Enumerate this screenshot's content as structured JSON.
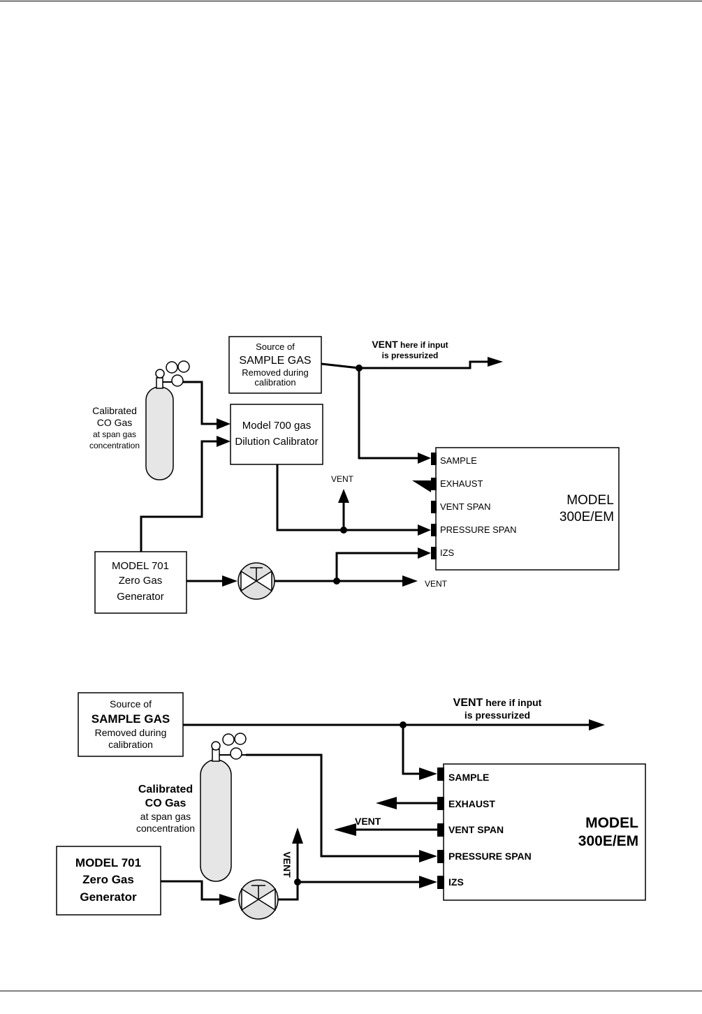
{
  "diagram1": {
    "source": {
      "line1": "Source of",
      "line2": "SAMPLE GAS",
      "line3": "Removed during",
      "line4": "calibration"
    },
    "vent_note": {
      "vent": "VENT",
      "rest1": " here if input",
      "rest2": "is pressurized"
    },
    "cylinder_label": {
      "line1": "Calibrated",
      "line2": "CO Gas",
      "line3": "at span gas",
      "line4": "concentration"
    },
    "calibrator": {
      "line1": "Model 700 gas",
      "line2": "Dilution Calibrator"
    },
    "zero_gen": {
      "line1": "MODEL 701",
      "line2": "Zero Gas",
      "line3": "Generator"
    },
    "analyzer": {
      "line1": "MODEL",
      "line2": "300E/EM"
    },
    "ports": {
      "sample": "SAMPLE",
      "exhaust": "EXHAUST",
      "vent_span": "VENT SPAN",
      "pressure_span": "PRESSURE SPAN",
      "izs": "IZS"
    },
    "vent_up": "VENT",
    "vent_right": "VENT"
  },
  "diagram2": {
    "source": {
      "line1": "Source of",
      "line2": "SAMPLE GAS",
      "line3": "Removed during",
      "line4": "calibration"
    },
    "vent_note": {
      "vent": "VENT",
      "rest1": " here if input",
      "rest2": "is pressurized"
    },
    "cylinder_label": {
      "line1": "Calibrated",
      "line2": "CO Gas",
      "line3": "at span gas",
      "line4": "concentration"
    },
    "zero_gen": {
      "line1": "MODEL 701",
      "line2": "Zero Gas",
      "line3": "Generator"
    },
    "analyzer": {
      "line1": "MODEL",
      "line2": "300E/EM"
    },
    "ports": {
      "sample": "SAMPLE",
      "exhaust": "EXHAUST",
      "vent_span": "VENT SPAN",
      "pressure_span": "PRESSURE SPAN",
      "izs": "IZS"
    },
    "vent_left": "VENT",
    "vent_vertical": "VENT"
  }
}
